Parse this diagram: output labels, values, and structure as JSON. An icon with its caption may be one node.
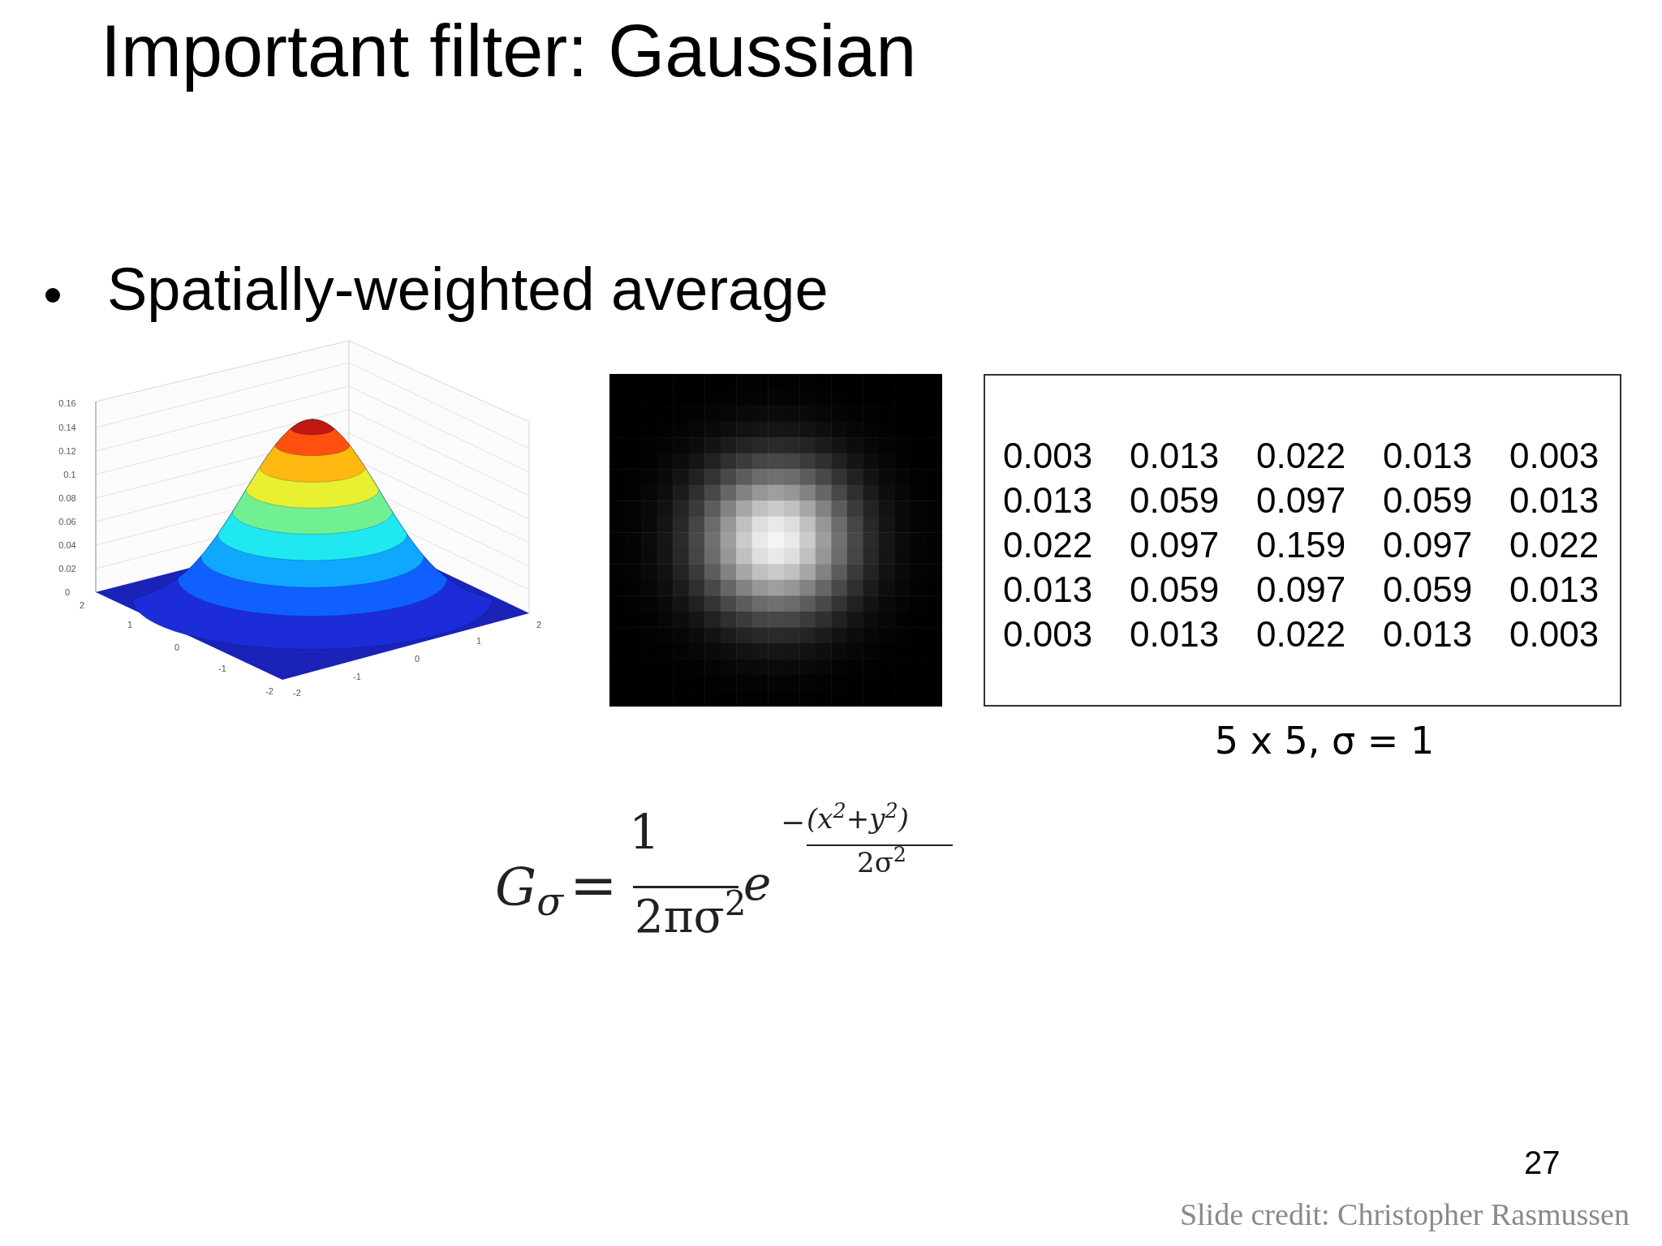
{
  "diagram": {
    "title": "Important filter: Gaussian",
    "nodes": [
      {
        "text": [
          "0.003",
          "0.013",
          "0.022",
          "0.013",
          "0.003",
          "0.013",
          "0.059",
          "0.097",
          "0.059",
          "0.013",
          "0.022",
          "0.097",
          "0.159",
          "0.097",
          "0.022",
          "0.013",
          "0.059",
          "0.097",
          "0.059",
          "0.013",
          "0.003",
          "0.013",
          "0.022",
          "0.013",
          "0.003"
        ],
        "beside": [
          "5 x 5, σ = 1"
        ]
      }
    ],
    "edges": [],
    "labels": [
      "Spatially-weighted average",
      "0.16",
      "0.14",
      "0.12",
      "0.1",
      "0.08",
      "0.06",
      "0.04",
      "0.02",
      "0",
      "2",
      "1",
      "0",
      "-1",
      "-2",
      "-2",
      "-1",
      "0",
      "1",
      "2",
      "G$_{σ}$",
      "=",
      "1",
      "2πσ$^{2}$",
      "e",
      "−",
      "(x$^{2}$+y$^{2}$)",
      "2σ$^{2}$",
      "27",
      "Slide credit: Christopher Rasmussen"
    ]
  }
}
